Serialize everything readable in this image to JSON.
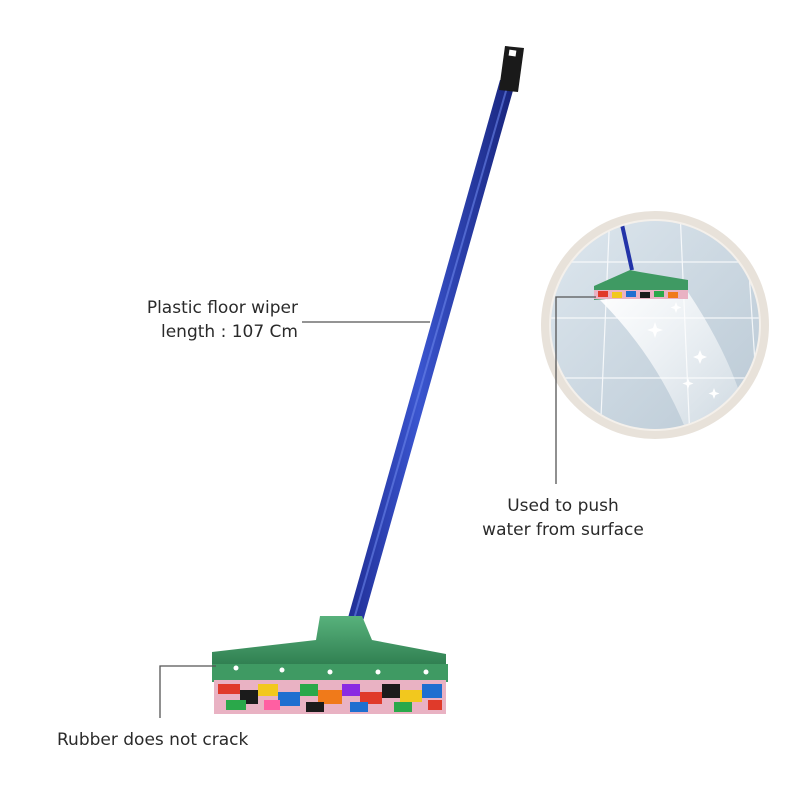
{
  "annotations": {
    "length_line1": "Plastic floor wiper",
    "length_line2": "length : 107 Cm",
    "push_line1": "Used to push",
    "push_line2": "water from surface",
    "rubber": "Rubber does not crack"
  },
  "colors": {
    "handle": "#2233a8",
    "handle_highlight": "#4a63d8",
    "grip": "#1a1a1a",
    "head": "#3f9a63",
    "rubber_base": "#e9b2c3",
    "inset_ring": "#e8e2da",
    "leader_line": "#555555"
  },
  "icons": {
    "product": "floor-wiper-illustration",
    "inset": "inset-zoom-circle",
    "sparkles": "sparkle-icon"
  }
}
